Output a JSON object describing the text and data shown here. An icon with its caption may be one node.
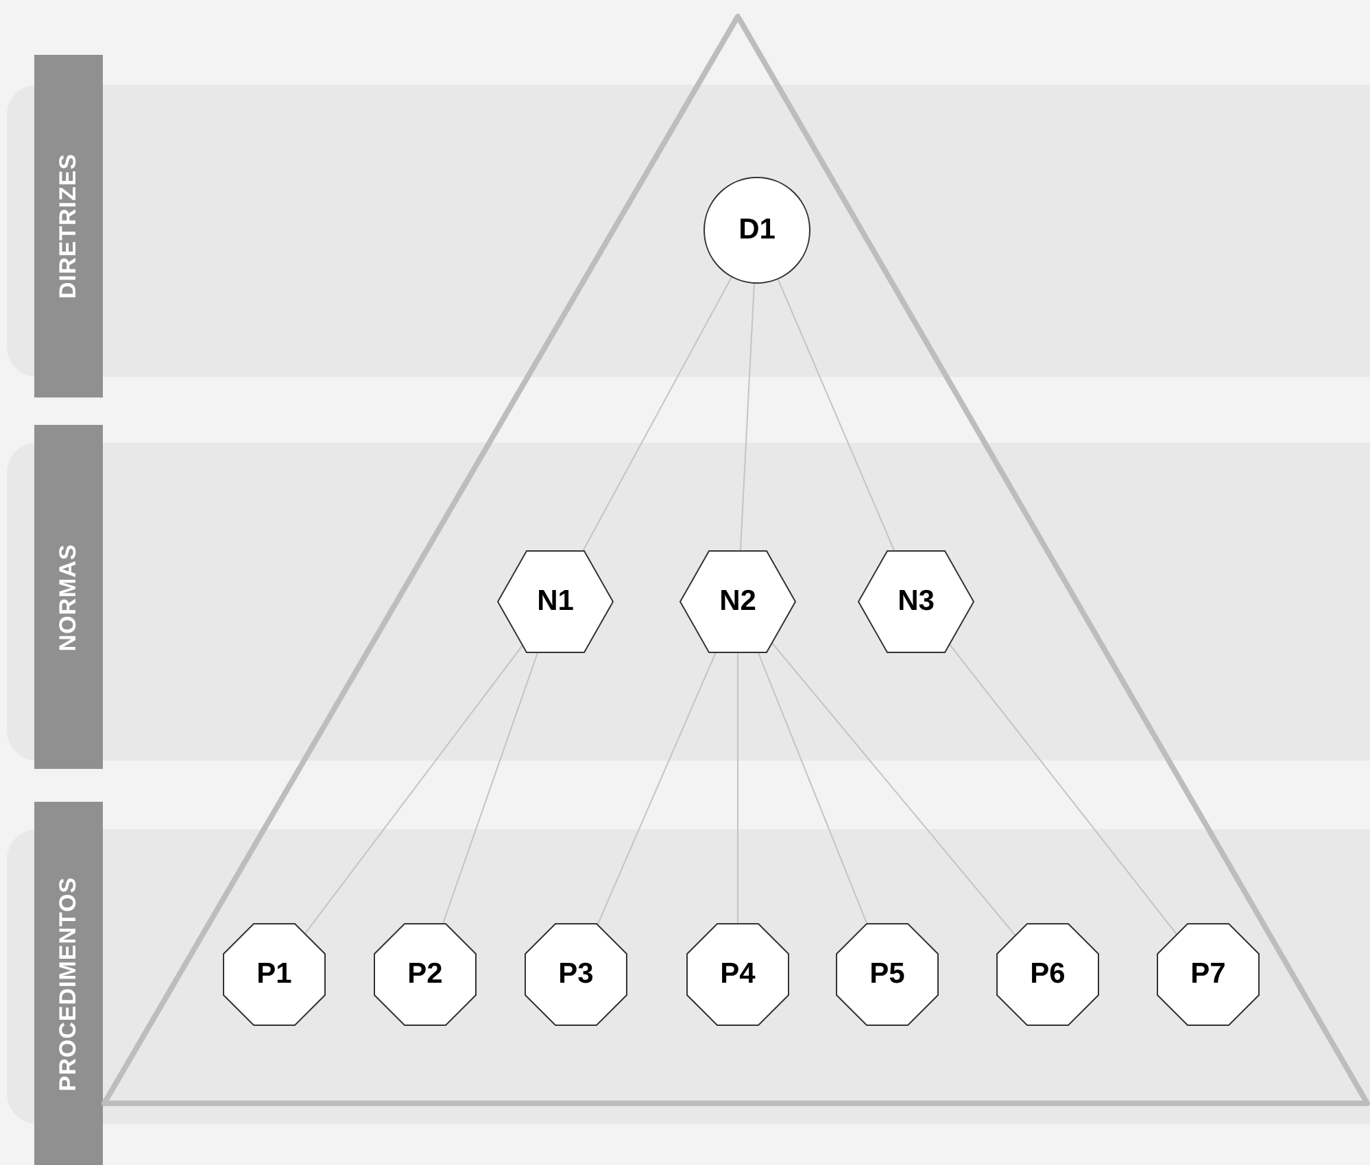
{
  "diagram": {
    "nodes": [
      {
        "text": [
          "DIRETRIZES"
        ]
      },
      {
        "text": [
          "D1"
        ],
        "in": 0
      },
      {
        "text": [
          "NORMAS"
        ]
      },
      {
        "text": [
          "N1"
        ],
        "in": 2
      },
      {
        "text": [
          "N2"
        ],
        "in": 2
      },
      {
        "text": [
          "N3"
        ],
        "in": 2
      },
      {
        "text": [
          "PROCEDIMENTOS"
        ]
      },
      {
        "text": [
          "P1"
        ],
        "in": 6
      },
      {
        "text": [
          "P2"
        ],
        "in": 6
      },
      {
        "text": [
          "P3"
        ],
        "in": 6
      },
      {
        "text": [
          "P4"
        ],
        "in": 6
      },
      {
        "text": [
          "P5"
        ],
        "in": 6
      },
      {
        "text": [
          "P6"
        ],
        "in": 6
      },
      {
        "text": [
          "P7"
        ],
        "in": 6
      }
    ],
    "edges": [
      {
        "from": 1,
        "to": 3,
        "arrow": "none"
      },
      {
        "from": 1,
        "to": 4,
        "arrow": "none"
      },
      {
        "from": 1,
        "to": 5,
        "arrow": "none"
      },
      {
        "from": 3,
        "to": 7,
        "arrow": "none"
      },
      {
        "from": 3,
        "to": 8,
        "arrow": "none"
      },
      {
        "from": 4,
        "to": 9,
        "arrow": "none"
      },
      {
        "from": 4,
        "to": 10,
        "arrow": "none"
      },
      {
        "from": 4,
        "to": 11,
        "arrow": "none"
      },
      {
        "from": 4,
        "to": 12,
        "arrow": "none"
      },
      {
        "from": 5,
        "to": 13,
        "arrow": "none"
      }
    ]
  }
}
